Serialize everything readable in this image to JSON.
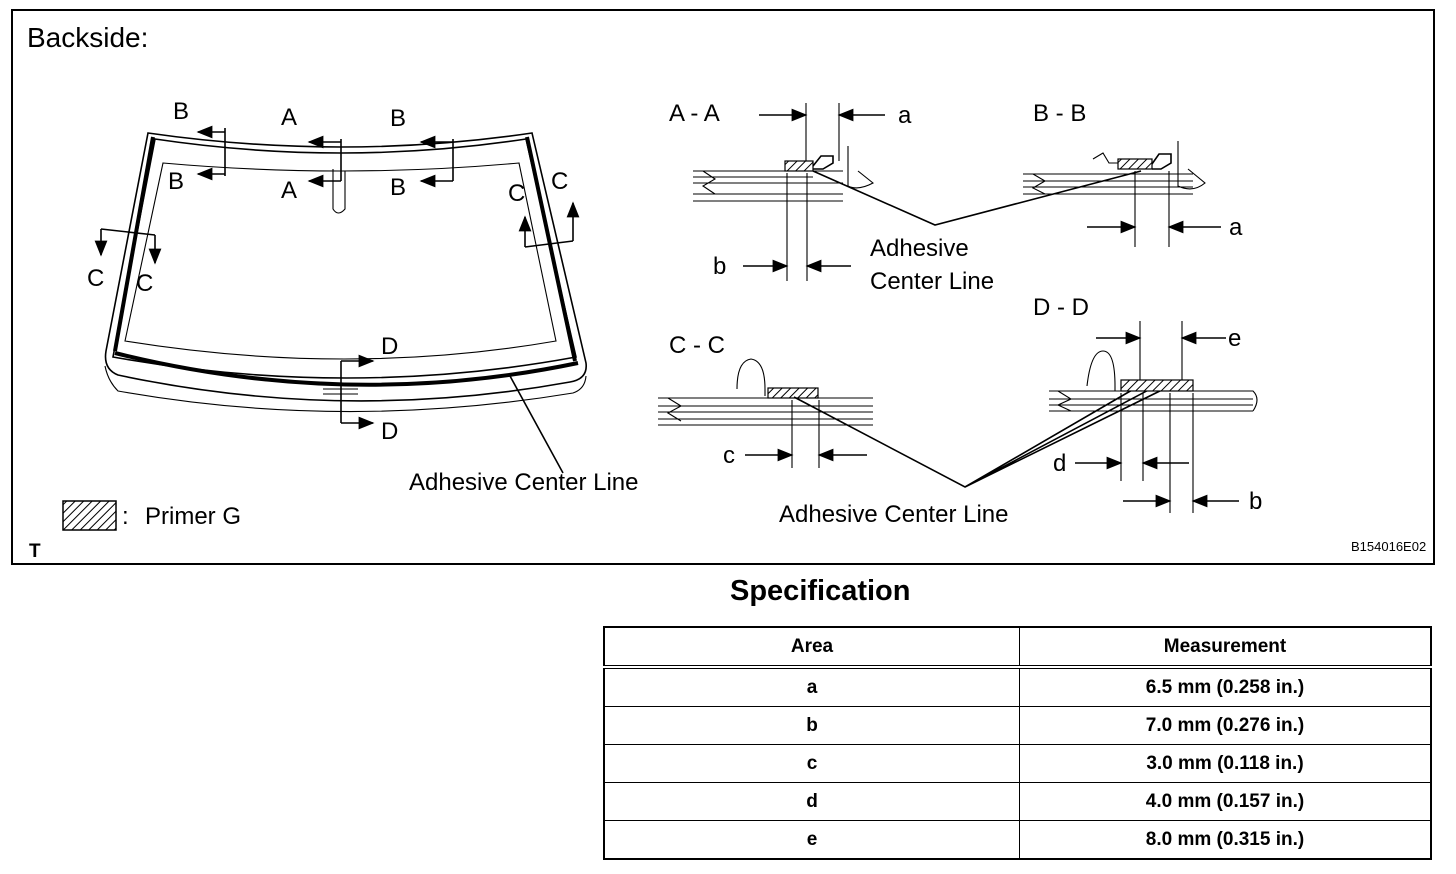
{
  "figure": {
    "heading": "Backside:",
    "section_labels": {
      "a": "A",
      "b": "B",
      "c": "C",
      "d": "D"
    },
    "sections": {
      "aa": "A - A",
      "bb": "B - B",
      "cc": "C - C",
      "dd": "D - D"
    },
    "dim_letters": {
      "a": "a",
      "b": "b",
      "c": "c",
      "d": "d",
      "e": "e"
    },
    "adhesive_center_line": "Adhesive Center Line",
    "adhesive_line1": "Adhesive",
    "adhesive_line2": "Center Line",
    "legend_separator": ":",
    "legend_label": "Primer G",
    "corner_mark": "T",
    "figure_code": "B154016E02"
  },
  "specification": {
    "title": "Specification",
    "columns": [
      "Area",
      "Measurement"
    ],
    "rows": [
      {
        "area": "a",
        "measurement": "6.5 mm (0.258 in.)"
      },
      {
        "area": "b",
        "measurement": "7.0 mm (0.276 in.)"
      },
      {
        "area": "c",
        "measurement": "3.0 mm (0.118 in.)"
      },
      {
        "area": "d",
        "measurement": "4.0 mm (0.157 in.)"
      },
      {
        "area": "e",
        "measurement": "8.0 mm (0.315 in.)"
      }
    ]
  }
}
